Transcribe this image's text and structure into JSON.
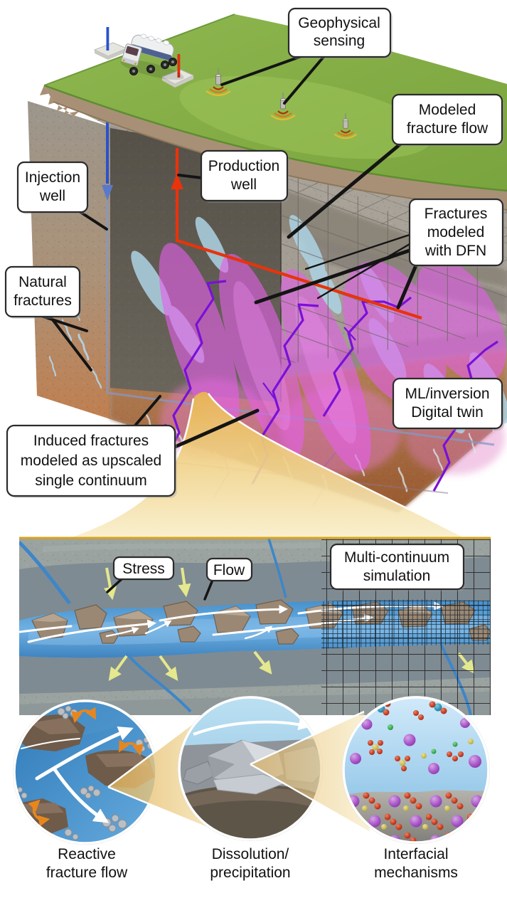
{
  "diagram": {
    "top_scene": {
      "labels": {
        "geophysical_sensing": [
          "Geophysical",
          "sensing"
        ],
        "modeled_fracture_flow": [
          "Modeled",
          "fracture flow"
        ],
        "injection_well": [
          "Injection",
          "well"
        ],
        "production_well": [
          "Production",
          "well"
        ],
        "fractures_dfn": [
          "Fractures",
          "modeled",
          "with DFN"
        ],
        "natural_fractures": [
          "Natural",
          "fractures"
        ],
        "ml_digital_twin": [
          "ML/inversion",
          "Digital twin"
        ],
        "induced_fractures": [
          "Induced fractures",
          "modeled as upscaled",
          "single continuum"
        ]
      }
    },
    "middle_scene": {
      "labels": {
        "stress": "Stress",
        "flow": "Flow",
        "multi_continuum": [
          "Multi-continuum",
          "simulation"
        ]
      }
    },
    "bottom_scene": {
      "labels": {
        "reactive": [
          "Reactive",
          "fracture flow"
        ],
        "dissolution": [
          "Dissolution/",
          "precipitation"
        ],
        "interfacial": [
          "Interfacial",
          "mechanisms"
        ]
      }
    },
    "icons": [
      "truck-icon",
      "geophone-sensor-icon",
      "well-pad-icon"
    ],
    "colors": {
      "injection_blue": "#2a52cc",
      "injection_faint_blue": "#8498c4",
      "production_red": "#e8330c",
      "dfn_purple": "#7a10d8",
      "induced_magenta": "#e45fe8",
      "natural_fracture_blue": "#bad6e8",
      "grass_green": "#84ad46",
      "soil_brown": "#a89076",
      "callout_gold": "#e9b84e",
      "stress_yellow": "#e4e88e",
      "flow_white": "#ffffff",
      "channel_blue": "#4f9ad6"
    }
  }
}
